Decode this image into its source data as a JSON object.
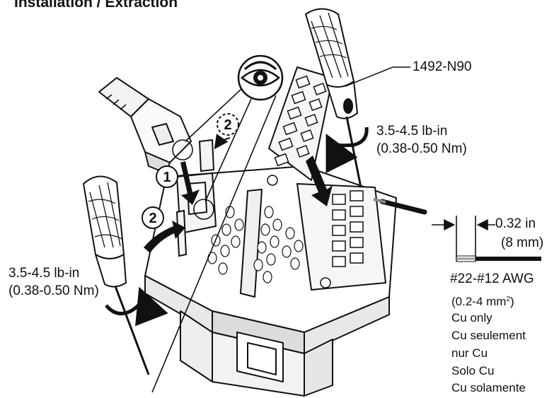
{
  "header": {
    "title": "Installation / Extraction"
  },
  "labels": {
    "part_number": "1492-N90",
    "torque_right_1": "3.5-4.5 lb-in",
    "torque_right_2": "(0.38-0.50 Nm)",
    "torque_left_1": "3.5-4.5 lb-in",
    "torque_left_2": "(0.38-0.50 Nm)",
    "strip_in": "0.32 in",
    "strip_mm": "(8 mm)",
    "wire_gauge": "#22-#12 AWG",
    "wire_mm_a": "(0.2-4 mm",
    "wire_mm_sup": "2",
    "wire_mm_b": ")",
    "lang_en": "Cu only",
    "lang_fr": "Cu seulement",
    "lang_de": "nur Cu",
    "lang_it": "Solo Cu",
    "lang_es": "Cu solamente"
  },
  "steps": {
    "step1": "1",
    "step2a": "2",
    "step2b": "2"
  },
  "icons": [
    "eye-icon",
    "screwdriver-icon",
    "connector-plug-icon",
    "rotation-arrow-icon",
    "terminal-block-module"
  ]
}
